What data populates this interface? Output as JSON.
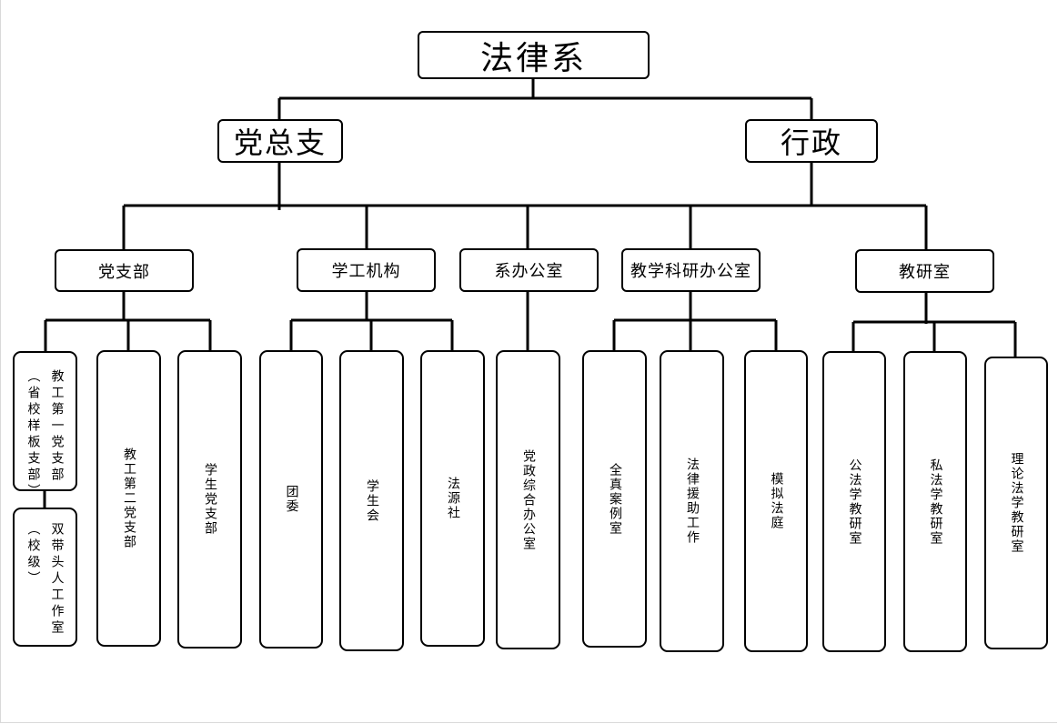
{
  "root": "法律系",
  "level1": {
    "left": "党总支",
    "right": "行政"
  },
  "level2": [
    "党支部",
    "学工机构",
    "系办公室",
    "教学科研办公室",
    "教研室"
  ],
  "leaves": {
    "branch1": {
      "col_a": "教工第一党支部",
      "col_b": "（省校样板支部）"
    },
    "branch1_sub": {
      "col_a": "双带头人工作室",
      "col_b": "（校级）"
    },
    "branch2": "教工第二党支部",
    "branch3": "学生党支部",
    "league": "团委",
    "union": "学生会",
    "fayuan": "法源社",
    "office": "党政综合办公室",
    "cases": "全真案例室",
    "aid": "法律援助工作",
    "court": "模拟法庭",
    "public": "公法学教研室",
    "private": "私法学教研室",
    "theory": "理论法学教研室"
  }
}
